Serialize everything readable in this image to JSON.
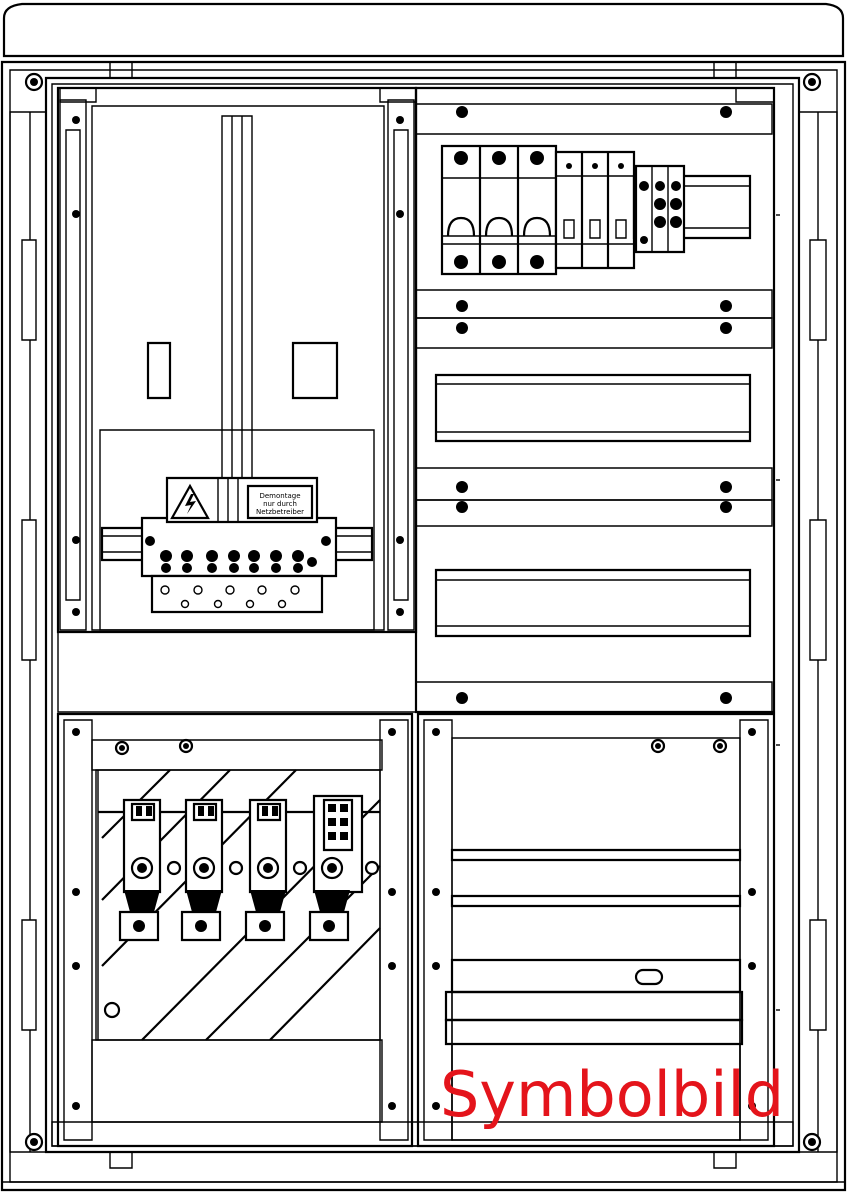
{
  "labels": {
    "warning_plate_line1": "Demontage",
    "warning_plate_line2": "nur durch",
    "warning_plate_line3": "Netzbetreiber",
    "watermark": "Symbolbild"
  },
  "icons": [
    "high-voltage-warning-icon",
    "screw-icon"
  ],
  "colors": {
    "line": "#000000",
    "background": "#ffffff",
    "watermark": "#e4141b"
  }
}
